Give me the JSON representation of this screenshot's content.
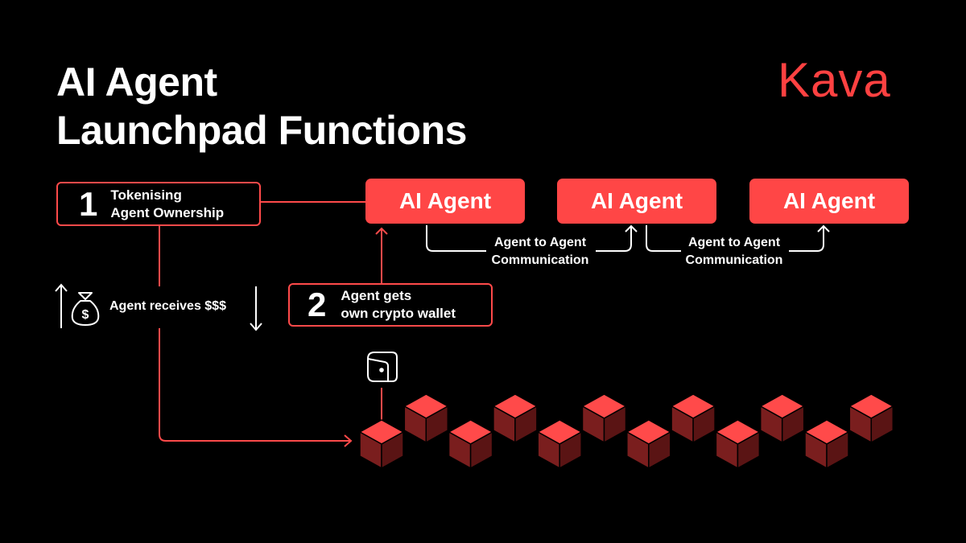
{
  "header": {
    "title_line1": "AI Agent",
    "title_line2": "Launchpad Functions",
    "logo_text": "Kava"
  },
  "steps": [
    {
      "number": "1",
      "line1": "Tokenising",
      "line2": "Agent Ownership"
    },
    {
      "number": "2",
      "line1": "Agent gets",
      "line2": "own crypto wallet"
    }
  ],
  "agents": [
    {
      "label": "AI Agent"
    },
    {
      "label": "AI Agent"
    },
    {
      "label": "AI Agent"
    }
  ],
  "communications": [
    {
      "line1": "Agent to Agent",
      "line2": "Communication"
    },
    {
      "line1": "Agent to Agent",
      "line2": "Communication"
    }
  ],
  "flow": {
    "receives_label": "Agent  receives $$$"
  },
  "icons": [
    "money-bag-icon",
    "wallet-icon",
    "arrow-up-icon",
    "arrow-down-icon",
    "blockchain-cube-icon"
  ],
  "colors": {
    "background": "#000000",
    "accent": "#ff4646",
    "cube_top": "#ff4a4a",
    "cube_left": "#7a1e1e",
    "cube_right": "#5a1414",
    "text": "#ffffff"
  }
}
